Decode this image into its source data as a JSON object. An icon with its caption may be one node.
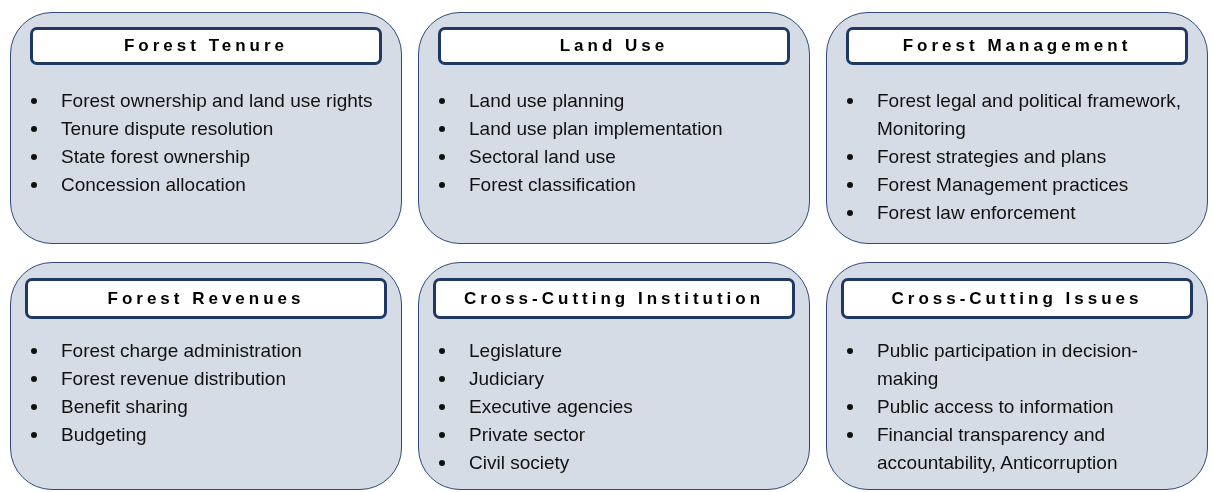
{
  "diagram": {
    "nodes": [
      {
        "text": [
          "Forest ownership and land use rights",
          "Tenure dispute resolution",
          "State forest ownership",
          "Concession allocation"
        ]
      },
      {
        "text": [
          "Forest Tenure"
        ],
        "in": 0
      },
      {
        "text": [
          "Land use planning",
          "Land use plan implementation",
          "Sectoral land use",
          "Forest classification"
        ]
      },
      {
        "text": [
          "Land Use"
        ],
        "in": 2
      },
      {
        "text": [
          "Forest legal and political framework, Monitoring",
          "Forest strategies and plans",
          "Forest Management practices",
          "Forest law enforcement"
        ]
      },
      {
        "text": [
          "Forest Management"
        ],
        "in": 4
      },
      {
        "text": [
          "Forest charge administration",
          "Forest revenue distribution",
          "Benefit sharing",
          "Budgeting"
        ]
      },
      {
        "text": [
          "Forest Revenues"
        ],
        "in": 6
      },
      {
        "text": [
          "Legislature",
          "Judiciary",
          "Executive agencies",
          "Private sector",
          "Civil society"
        ]
      },
      {
        "text": [
          "Cross-Cutting Institution"
        ],
        "in": 8
      },
      {
        "text": [
          "Public participation in decision-making",
          "Public access to information",
          "Financial transparency and accountability, Anticorruption"
        ]
      },
      {
        "text": [
          "Cross-Cutting Issues"
        ],
        "in": 10
      }
    ]
  }
}
